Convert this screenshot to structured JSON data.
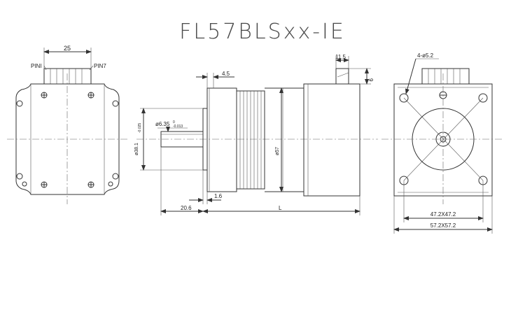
{
  "title": "FL57BLSxx-IE",
  "left_view": {
    "dim_width": "25",
    "pin_left": "PINI",
    "pin_right": "PIN7"
  },
  "side_view": {
    "dim_top_length": "11.5",
    "dim_flange": "4.5",
    "dim_top_height": "9",
    "dim_shaft": "ø6.35",
    "dim_shaft_tol_upper": "0",
    "dim_shaft_tol_lower": "-0.013",
    "dim_pilot": "ø38.1",
    "dim_pilot_tol": "-0.025",
    "dim_body": "ø57",
    "dim_pilot_depth": "1.6",
    "dim_shaft_len": "20.6",
    "dim_total_len": "L"
  },
  "right_view": {
    "dim_holes": "4-ø5.2",
    "dim_bolt_square": "47.2X47.2",
    "dim_body_square": "57.2X57.2"
  }
}
